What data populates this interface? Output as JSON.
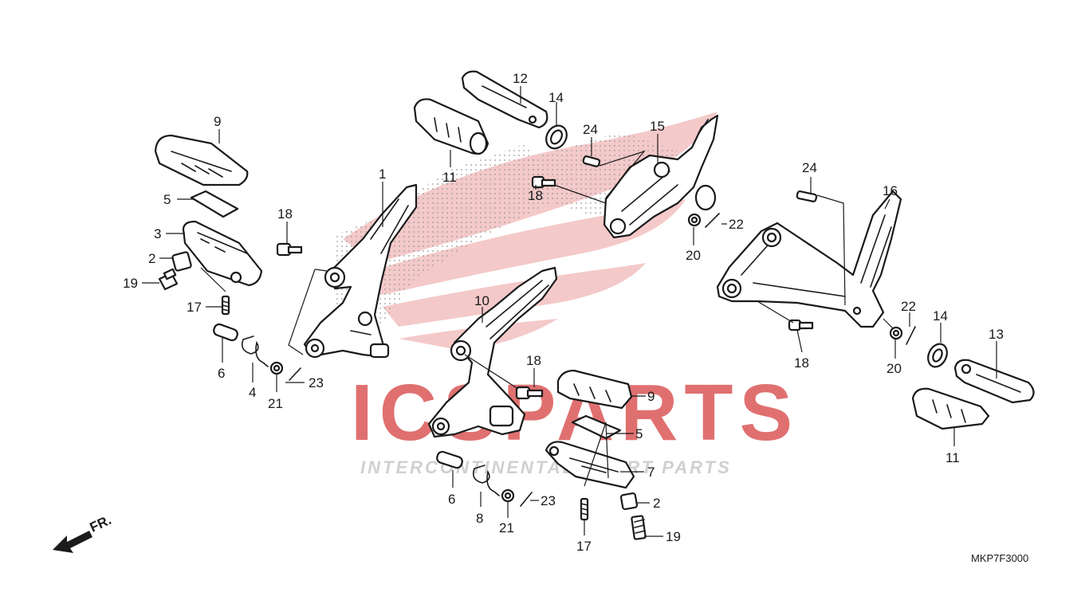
{
  "watermark": {
    "text_main": "ICSPARTS",
    "text_sub": "INTERCONTINENTAL SPORT PARTS",
    "logo": "honda-wing-logo",
    "colors": {
      "ics": "#e07070",
      "parts": "#c9c9c9",
      "wing": "#f3c0c0"
    }
  },
  "diagram_code": "MKP7F3000",
  "direction_label": "FR.",
  "callouts": [
    {
      "id": "c9a",
      "label": "9"
    },
    {
      "id": "c5a",
      "label": "5"
    },
    {
      "id": "c3",
      "label": "3"
    },
    {
      "id": "c2a",
      "label": "2"
    },
    {
      "id": "c19a",
      "label": "19"
    },
    {
      "id": "c17a",
      "label": "17"
    },
    {
      "id": "c6a",
      "label": "6"
    },
    {
      "id": "c4",
      "label": "4"
    },
    {
      "id": "c21a",
      "label": "21"
    },
    {
      "id": "c23a",
      "label": "23"
    },
    {
      "id": "c1",
      "label": "1"
    },
    {
      "id": "c18a",
      "label": "18"
    },
    {
      "id": "c12",
      "label": "12"
    },
    {
      "id": "c14a",
      "label": "14"
    },
    {
      "id": "c11a",
      "label": "11"
    },
    {
      "id": "c24a",
      "label": "24"
    },
    {
      "id": "c15",
      "label": "15"
    },
    {
      "id": "c18b",
      "label": "18"
    },
    {
      "id": "c22a",
      "label": "22"
    },
    {
      "id": "c20a",
      "label": "20"
    },
    {
      "id": "c10",
      "label": "10"
    },
    {
      "id": "c18c",
      "label": "18"
    },
    {
      "id": "c9b",
      "label": "9"
    },
    {
      "id": "c5b",
      "label": "5"
    },
    {
      "id": "c7",
      "label": "7"
    },
    {
      "id": "c2b",
      "label": "2"
    },
    {
      "id": "c19b",
      "label": "19"
    },
    {
      "id": "c17b",
      "label": "17"
    },
    {
      "id": "c6b",
      "label": "6"
    },
    {
      "id": "c8",
      "label": "8"
    },
    {
      "id": "c21b",
      "label": "21"
    },
    {
      "id": "c23b",
      "label": "23"
    },
    {
      "id": "c24b",
      "label": "24"
    },
    {
      "id": "c16",
      "label": "16"
    },
    {
      "id": "c22b",
      "label": "22"
    },
    {
      "id": "c14b",
      "label": "14"
    },
    {
      "id": "c13",
      "label": "13"
    },
    {
      "id": "c18d",
      "label": "18"
    },
    {
      "id": "c20b",
      "label": "20"
    },
    {
      "id": "c11b",
      "label": "11"
    }
  ]
}
